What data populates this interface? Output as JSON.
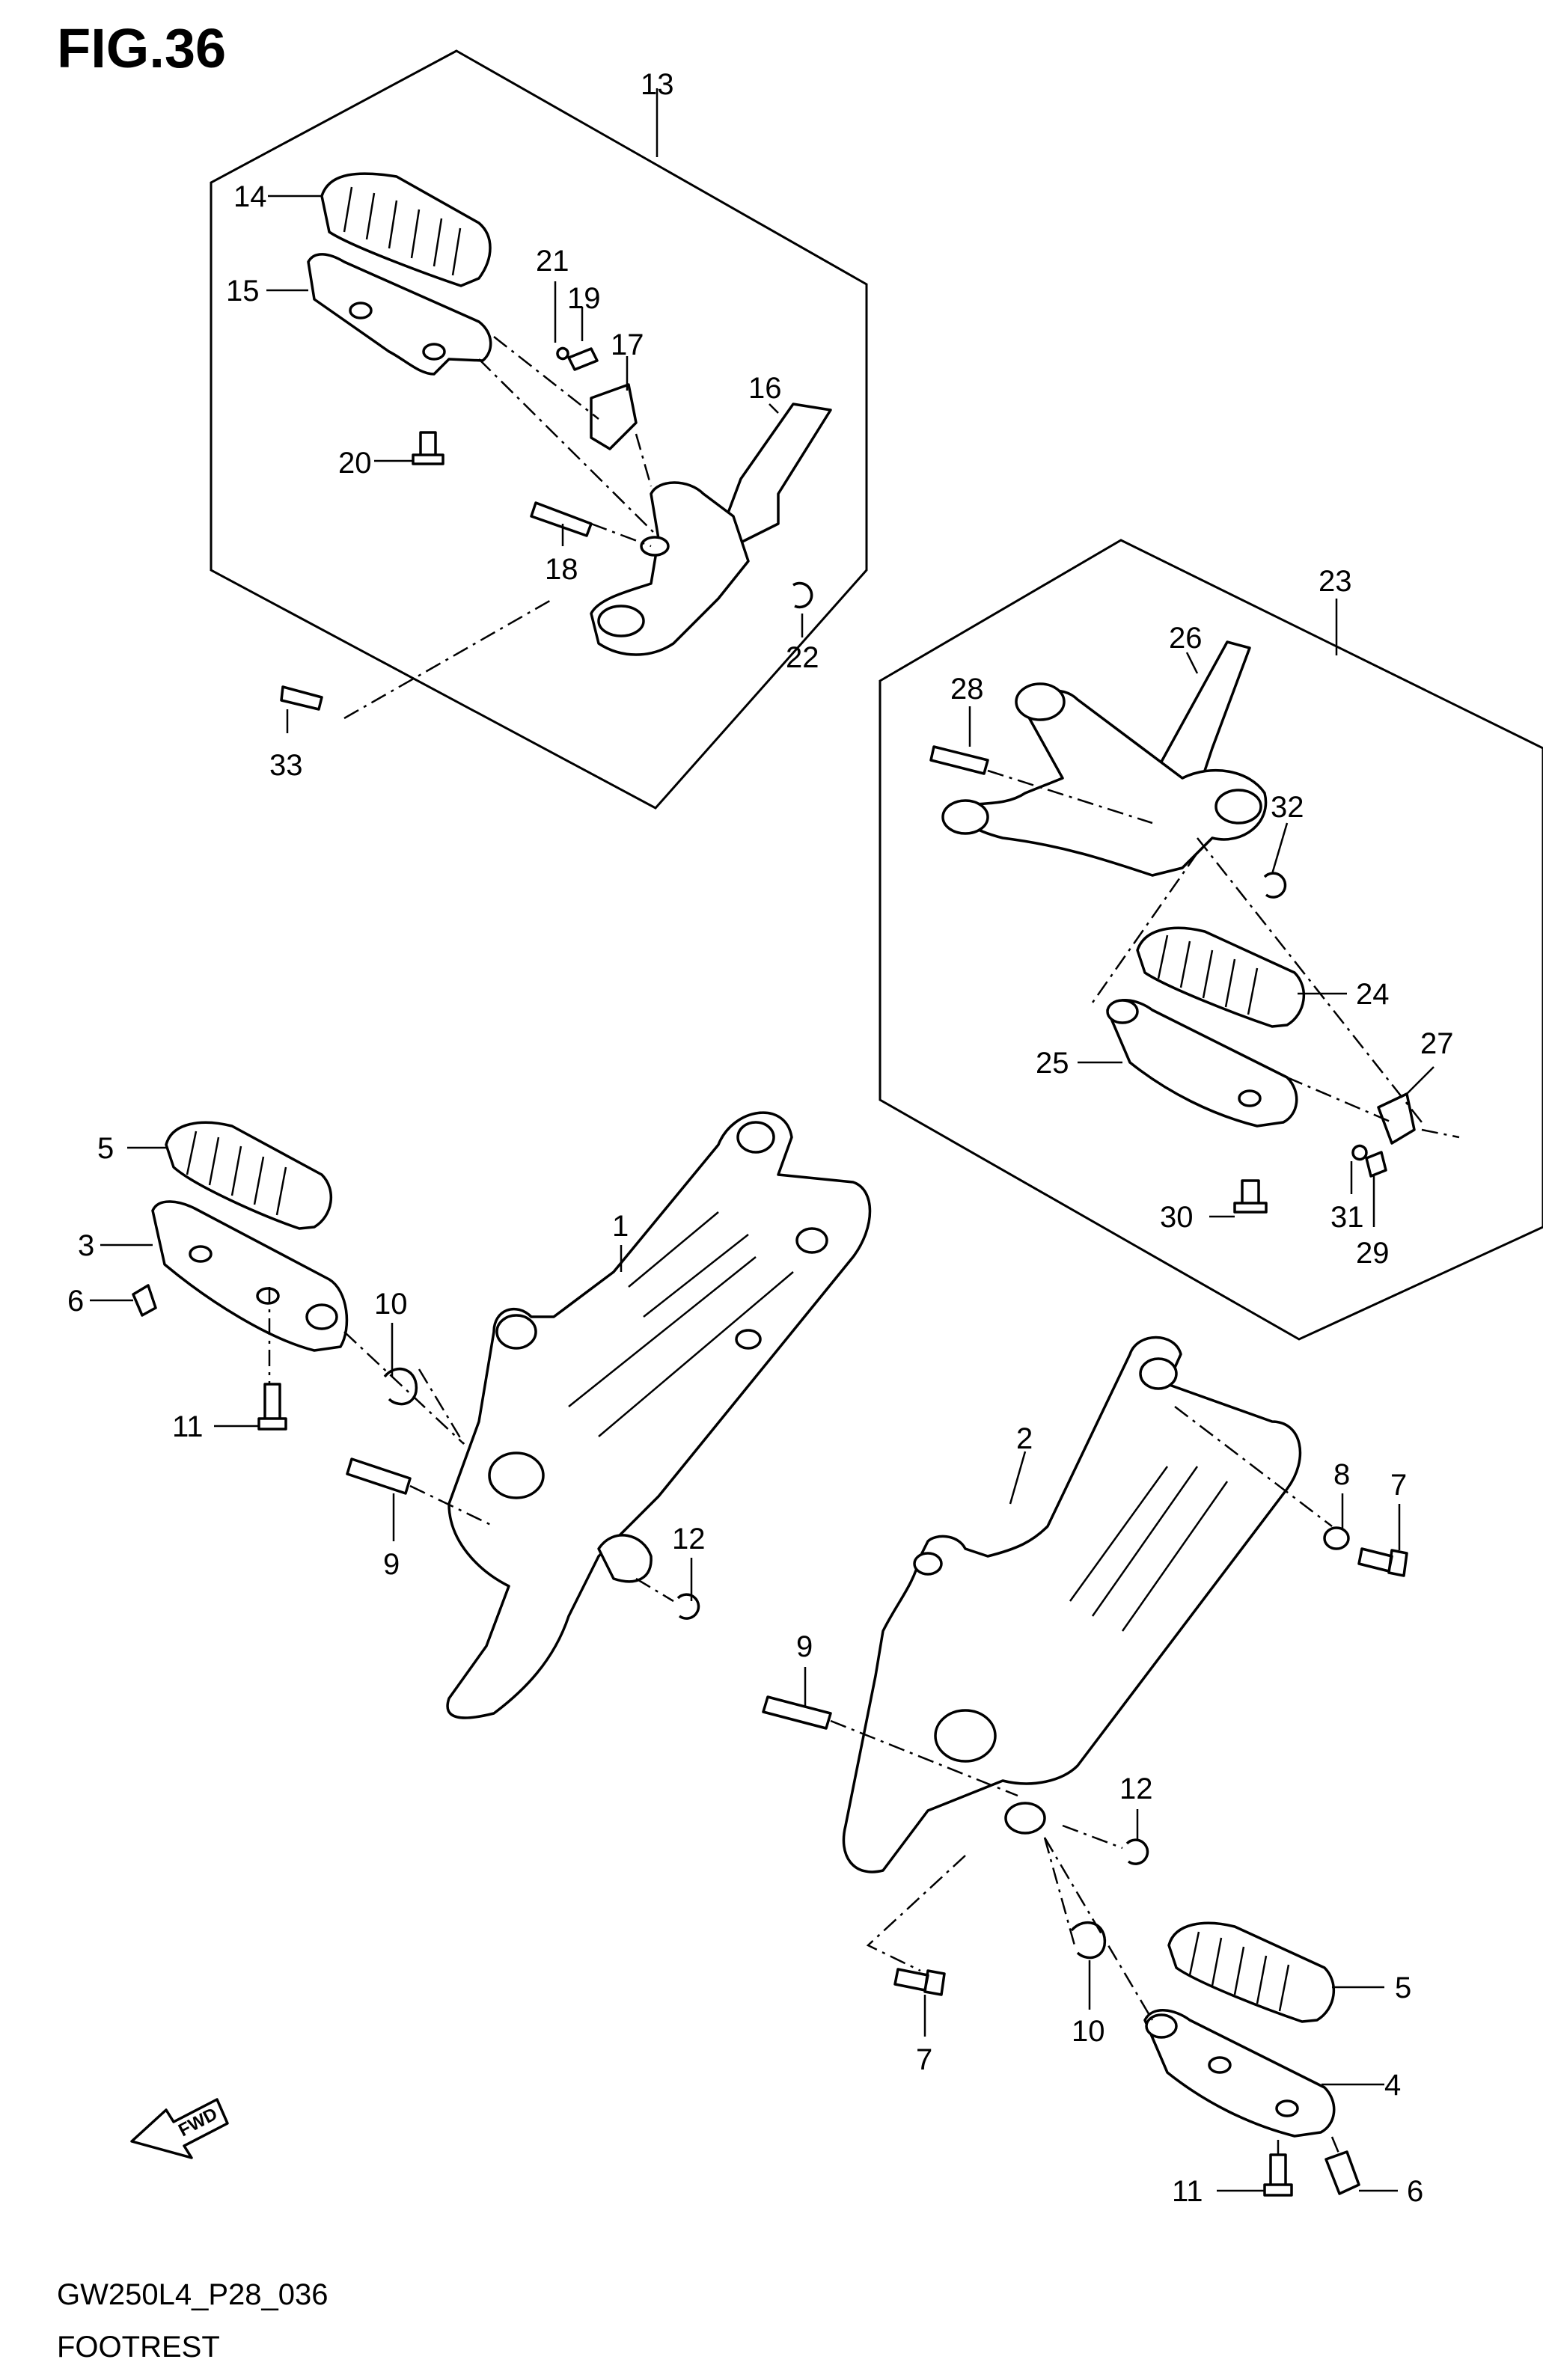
{
  "figure": {
    "title": "FIG.36",
    "code": "GW250L4_P28_036",
    "name": "FOOTREST"
  },
  "fwd_label": "FWD",
  "callouts": [
    "13",
    "14",
    "15",
    "21",
    "19",
    "17",
    "16",
    "20",
    "18",
    "22",
    "33",
    "23",
    "26",
    "28",
    "32",
    "24",
    "25",
    "27",
    "30",
    "31",
    "29",
    "5",
    "3",
    "6",
    "10",
    "1",
    "11",
    "9",
    "12",
    "2",
    "8",
    "7",
    "9",
    "12",
    "7",
    "10",
    "5",
    "4",
    "11",
    "6"
  ]
}
